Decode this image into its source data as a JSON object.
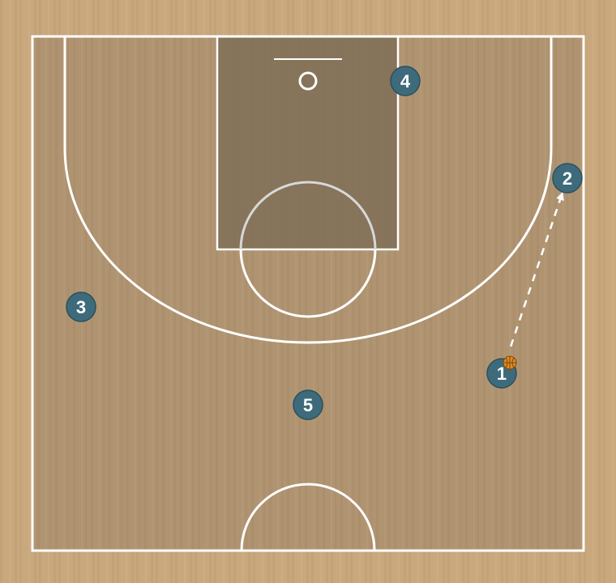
{
  "colors": {
    "outer_floor": "#c9a87e",
    "court_floor": "#b09472",
    "paint": "#84725a",
    "lines": "#ffffff",
    "player_fill": "#3e6b7b",
    "player_stroke": "#2c4f5c",
    "ball": "#e08a1e"
  },
  "players": [
    {
      "label": "1",
      "has_ball": true
    },
    {
      "label": "2",
      "has_ball": false
    },
    {
      "label": "3",
      "has_ball": false
    },
    {
      "label": "4",
      "has_ball": false
    },
    {
      "label": "5",
      "has_ball": false
    }
  ],
  "actions": [
    {
      "type": "pass",
      "from": "1",
      "to": "2",
      "style": "dashed-arrow"
    }
  ],
  "icons": {
    "ball": "basketball-icon"
  }
}
